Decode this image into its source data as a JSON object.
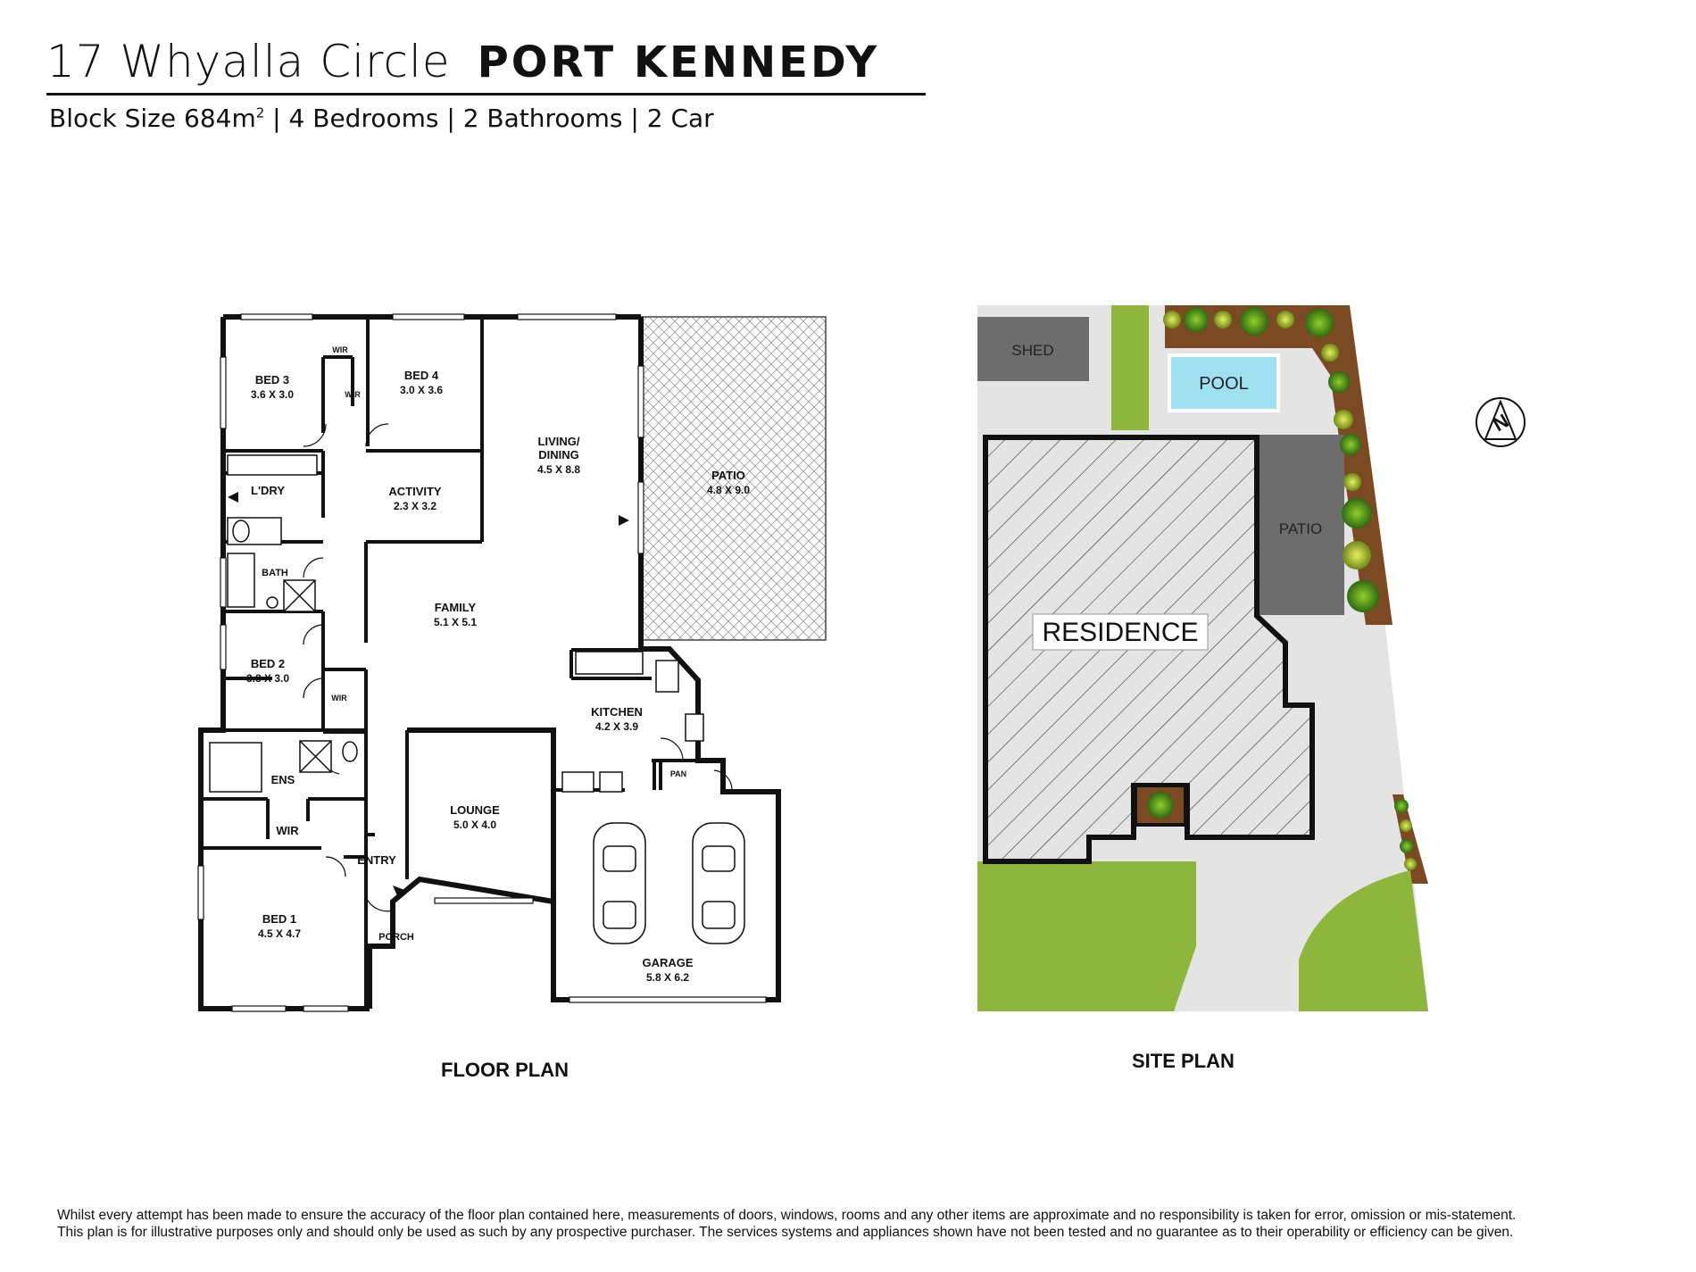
{
  "header": {
    "address": "17 Whyalla Circle",
    "suburb": "PORT KENNEDY",
    "details_prefix": "Block Size 684m",
    "details_sup": "2",
    "details_rest": " | 4 Bedrooms | 2 Bathrooms  | 2 Car"
  },
  "floor_plan": {
    "caption": "FLOOR PLAN",
    "rooms": {
      "bed3": {
        "name": "BED 3",
        "dims": "3.6 X 3.0"
      },
      "bed4": {
        "name": "BED 4",
        "dims": "3.0 X 3.6"
      },
      "living": {
        "name1": "LIVING/",
        "name2": "DINING",
        "dims": "4.5 X 8.8"
      },
      "patio": {
        "name": "PATIO",
        "dims": "4.8 X 9.0"
      },
      "activity": {
        "name": "ACTIVITY",
        "dims": "2.3 X 3.2"
      },
      "laundry": {
        "name": "L'DRY"
      },
      "bath": {
        "name": "BATH"
      },
      "family": {
        "name": "FAMILY",
        "dims": "5.1 X 5.1"
      },
      "bed2": {
        "name": "BED 2",
        "dims": "3.8 X 3.0"
      },
      "kitchen": {
        "name": "KITCHEN",
        "dims": "4.2 X 3.9"
      },
      "ens": {
        "name": "ENS"
      },
      "wir_main": {
        "name": "WIR"
      },
      "wir_bed3": {
        "name": "WIR"
      },
      "wir_bed4": {
        "name": "WIR"
      },
      "wir_bed2": {
        "name": "WIR"
      },
      "pan": {
        "name": "PAN"
      },
      "lounge": {
        "name": "LOUNGE",
        "dims": "5.0 X 4.0"
      },
      "entry": {
        "name": "ENTRY"
      },
      "bed1": {
        "name": "BED 1",
        "dims": "4.5 X 4.7"
      },
      "porch": {
        "name": "PORCH"
      },
      "garage": {
        "name": "GARAGE",
        "dims": "5.8 X 6.2"
      }
    }
  },
  "site_plan": {
    "caption": "SITE  PLAN",
    "labels": {
      "shed": "SHED",
      "pool": "POOL",
      "patio": "PATIO",
      "residence": "RESIDENCE",
      "north": "N"
    }
  },
  "colors": {
    "lawn": "#8cb63c",
    "paving": "#e4e4e4",
    "shed": "#6d6d6d",
    "pool": "#9fe0f0",
    "garden_bed": "#7b4a22",
    "residence_outline": "#111111"
  },
  "disclaimer": {
    "line1": "Whilst every attempt has been made to ensure the accuracy of the floor plan contained here, measurements of doors, windows, rooms and any other items are approximate and no responsibility is taken for error, omission or mis-statement.",
    "line2": "This plan is for illustrative purposes only and should only be used as such by any prospective purchaser. The services systems and appliances shown have not been tested and no guarantee as to their operability or efficiency can be given."
  }
}
